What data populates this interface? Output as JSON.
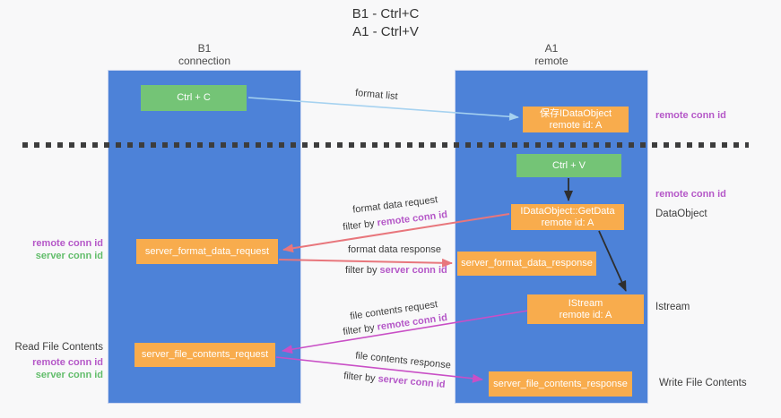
{
  "title": {
    "line1": "B1 - Ctrl+C",
    "line2": "A1 - Ctrl+V"
  },
  "columns": {
    "left": {
      "name": "B1",
      "role": "connection"
    },
    "right": {
      "name": "A1",
      "role": "remote"
    }
  },
  "nodes": {
    "ctrl_c": {
      "label": "Ctrl + C"
    },
    "ctrl_v": {
      "label": "Ctrl + V"
    },
    "save_idataobject": {
      "line1": "保存IDataObject",
      "line2": "remote id: A"
    },
    "getdata": {
      "line1": "IDataObject::GetData",
      "line2": "remote id: A"
    },
    "istream": {
      "line1": "IStream",
      "line2": "remote id: A"
    },
    "server_format_data_request": {
      "label": "server_format_data_request"
    },
    "server_format_data_response": {
      "label": "server_format_data_response"
    },
    "server_file_contents_request": {
      "label": "server_file_contents_request"
    },
    "server_file_contents_response": {
      "label": "server_file_contents_response"
    }
  },
  "edge_labels": {
    "format_list": "format list",
    "format_data_request": "format data request",
    "format_data_response": "format data response",
    "file_contents_request": "file contents request",
    "file_contents_response": "file contents response",
    "filter_by": "filter by",
    "remote_conn_id": "remote conn id",
    "server_conn_id": "server conn id"
  },
  "side_labels": {
    "remote_conn_id": "remote conn id",
    "server_conn_id": "server conn id",
    "dataobject": "DataObject",
    "istream": "Istream",
    "read_file_contents": "Read File Contents",
    "write_file_contents": "Write File Contents"
  },
  "colors": {
    "column_blue": "#4d82d8",
    "box_orange": "#f8ac4d",
    "box_green": "#74c476",
    "arrow_salmon": "#e8767c",
    "arrow_magenta": "#c94fc6",
    "arrow_lightblue": "#a6d2f0",
    "arrow_black": "#2e2e2e",
    "label_purple": "#b558c8",
    "label_green": "#62bd6b",
    "dash_dark": "#3d3d3d",
    "text_dark": "#3d3d3d"
  }
}
